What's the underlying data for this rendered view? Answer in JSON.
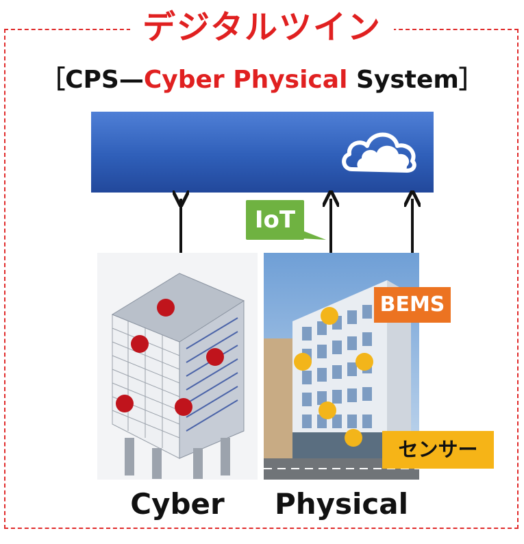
{
  "title": "デジタルツイン",
  "subtitle": {
    "open_bracket": "［",
    "cps": "CPS—",
    "cyber_physical": "Cyber Physical",
    "system": " System］"
  },
  "labels": {
    "iot": "IoT",
    "bems": "BEMS",
    "sensor": "センサー"
  },
  "captions": {
    "cyber": "Cyber",
    "physical": "Physical"
  },
  "colors": {
    "accent_red": "#e02020",
    "cloud_blue": "#2f5fb9",
    "iot_green": "#6fb241",
    "bems_orange": "#ec7321",
    "sensor_yellow": "#f6b417",
    "cyber_dot": "#c0141c"
  },
  "icons": [
    "cloud-icon",
    "bidirectional-arrow",
    "up-arrow"
  ]
}
